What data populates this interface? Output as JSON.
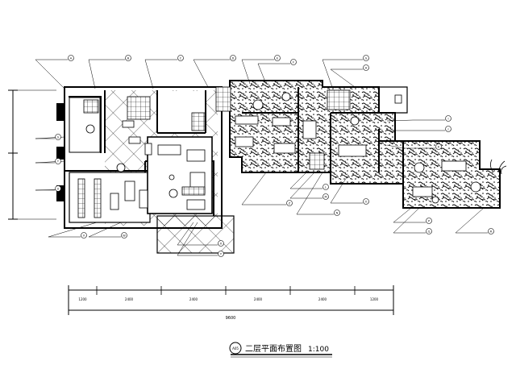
{
  "drawing": {
    "title": "二层平面布置图",
    "scale": "1:100",
    "title_marker": "A05",
    "colors": {
      "ink": "#000000",
      "background": "#ffffff",
      "hatch": "#111111"
    }
  },
  "callouts": {
    "top": [
      "A",
      "B",
      "C",
      "D",
      "E",
      "F",
      "G",
      "H"
    ],
    "right": [
      "I",
      "J",
      "K",
      "L",
      "M",
      "N",
      "O",
      "P",
      "Q",
      "R"
    ],
    "left": [
      "S",
      "T",
      "U"
    ],
    "bottom": [
      "V",
      "W",
      "X",
      "Y",
      "Z"
    ]
  },
  "dimensions": {
    "segment_labels": [
      "1200",
      "2400",
      "2400",
      "2400",
      "2400",
      "1200"
    ],
    "overall": "9600"
  }
}
